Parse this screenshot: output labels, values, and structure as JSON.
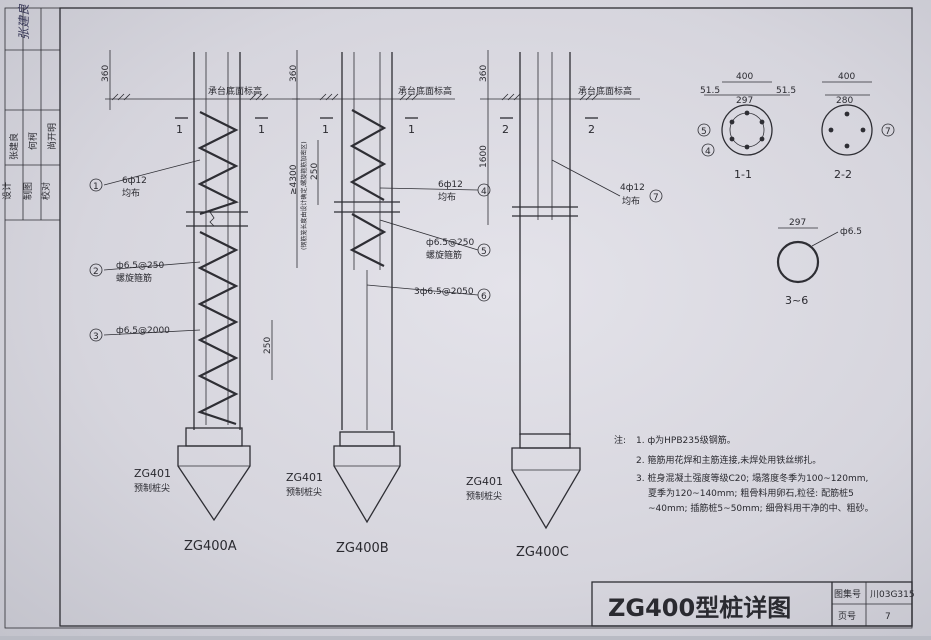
{
  "title_block": {
    "drawing_title": "ZG400型桩详图",
    "atlas_label": "图集号",
    "atlas_no": "川03G315",
    "page_label": "页号",
    "page_no": "7"
  },
  "sign_column": {
    "row1": "设计",
    "row1b": "张建良",
    "row2": "制图",
    "row2b": "何柯",
    "row3": "校对",
    "row3b": "尚开明"
  },
  "piles": [
    {
      "name": "ZG400A",
      "tip_code": "ZG401",
      "tip_label": "预制桩尖"
    },
    {
      "name": "ZG400B",
      "tip_code": "ZG401",
      "tip_label": "预制桩尖"
    },
    {
      "name": "ZG400C",
      "tip_code": "ZG401",
      "tip_label": "预制桩尖"
    }
  ],
  "labels": {
    "cap_bottom": "承台底面标高",
    "sec1": "1",
    "sec2": "2",
    "dim360": "360",
    "dim250": "250",
    "dim1600": "1600",
    "dim4300": "≥4300",
    "b_vertical_note": "(钢筋笼长度由设计确定,螺旋箍筋加密区)",
    "rebar_A1": "6ф12",
    "rebar_A1b": "均布",
    "rebar_A2": "ф6.5@250",
    "rebar_A2b": "螺旋箍筋",
    "rebar_A3": "ф6.5@2000",
    "rebar_B4": "6ф12",
    "rebar_B4b": "均布",
    "rebar_B5": "ф6.5@250",
    "rebar_B5b": "螺旋箍筋",
    "rebar_B6": "3ф6.5@2050",
    "rebar_C7": "4ф12",
    "rebar_C7b": "均布",
    "m1": "1",
    "m2": "2",
    "m3": "3",
    "m4": "4",
    "m5": "5",
    "m6": "6",
    "m7": "7"
  },
  "sections": {
    "s11_title": "1-1",
    "s22_title": "2-2",
    "s36_title": "3~6",
    "d400a": "400",
    "d400b": "400",
    "d297a": "297",
    "d297b": "297",
    "d515a": "51.5",
    "d515b": "51.5",
    "d280": "280",
    "ring_bar": "ф6.5"
  },
  "notes": {
    "head": "注:",
    "n1": "1. ф为HPB235级钢筋。",
    "n2": "2. 箍筋用花焊和主筋连接,未焊处用铁丝绑扎。",
    "n3": "3. 桩身混凝土强度等级C20; 塌落度冬季为100~120mm,",
    "n3b": "夏季为120~140mm; 粗骨料用卵石,粒径: 配筋桩5",
    "n3c": "~40mm; 插筋桩5~50mm; 细骨料用干净的中、粗砂。"
  }
}
